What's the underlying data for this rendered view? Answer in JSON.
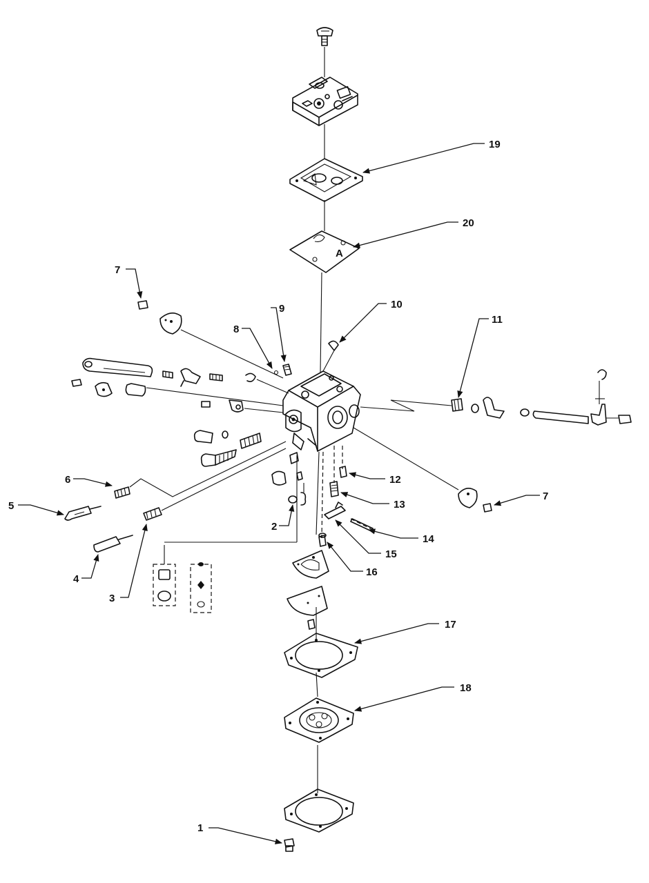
{
  "callouts": [
    {
      "id": "c1",
      "label": "1"
    },
    {
      "id": "c2",
      "label": "2"
    },
    {
      "id": "c3",
      "label": "3"
    },
    {
      "id": "c4",
      "label": "4"
    },
    {
      "id": "c5",
      "label": "5"
    },
    {
      "id": "c6",
      "label": "6"
    },
    {
      "id": "c7a",
      "label": "7"
    },
    {
      "id": "c7b",
      "label": "7"
    },
    {
      "id": "c8",
      "label": "8"
    },
    {
      "id": "c9",
      "label": "9"
    },
    {
      "id": "c10",
      "label": "10"
    },
    {
      "id": "c11",
      "label": "11"
    },
    {
      "id": "c12",
      "label": "12"
    },
    {
      "id": "c13",
      "label": "13"
    },
    {
      "id": "c14",
      "label": "14"
    },
    {
      "id": "c15",
      "label": "15"
    },
    {
      "id": "c16",
      "label": "16"
    },
    {
      "id": "c17",
      "label": "17"
    },
    {
      "id": "c18",
      "label": "18"
    },
    {
      "id": "c19",
      "label": "19"
    },
    {
      "id": "c20",
      "label": "20"
    }
  ],
  "gasket_marking": "A"
}
